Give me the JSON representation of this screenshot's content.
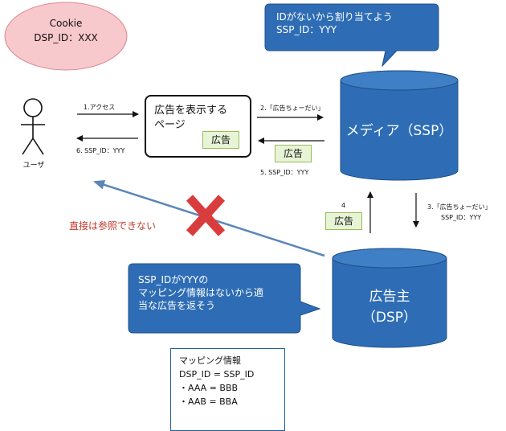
{
  "cookie": {
    "line1": "Cookie",
    "line2": "DSP_ID：XXX"
  },
  "ssp_bubble": {
    "line1": "IDがないから割り当てよう",
    "line2": "SSP_ID：YYY"
  },
  "user": {
    "label": "ユーザ"
  },
  "page_box": {
    "label": "広告を表示する\nページ",
    "ad_label": "広告"
  },
  "steps": {
    "s1": "1.アクセス",
    "s2": "2.「広告ちょーだい」",
    "s3_line1": "3.「広告ちょーだい」",
    "s3_line2": "SSP_ID：YYY",
    "s4": "4",
    "s5": "5. SSP_ID：YYY",
    "s6": "6. SSP_ID：YYY"
  },
  "ad_tags": {
    "between_media_page": "広告",
    "between_dsp_ssp": "広告"
  },
  "ssp": {
    "label": "メディア（SSP）"
  },
  "dsp": {
    "line1": "広告主",
    "line2": "（DSP）"
  },
  "warning": {
    "text": "直接は参照できない"
  },
  "dsp_bubble": {
    "line1": "SSP_IDがYYYの",
    "line2": "マッピング情報はないから適",
    "line3": "当な広告を返そう"
  },
  "mapping": {
    "title": "マッピング情報",
    "rule": "DSP_ID = SSP_ID",
    "rows": [
      "・AAA = BBB",
      "・AAB = BBA"
    ]
  },
  "colors": {
    "bubble_fill": "#2e6db5",
    "cylinder_fill": "#2e6db5",
    "cookie_fill": "#f7c8cc",
    "ad_tag_fill": "#e8f4d6",
    "blocked_x": "#d93c3c",
    "warning_text": "#c0392b"
  }
}
